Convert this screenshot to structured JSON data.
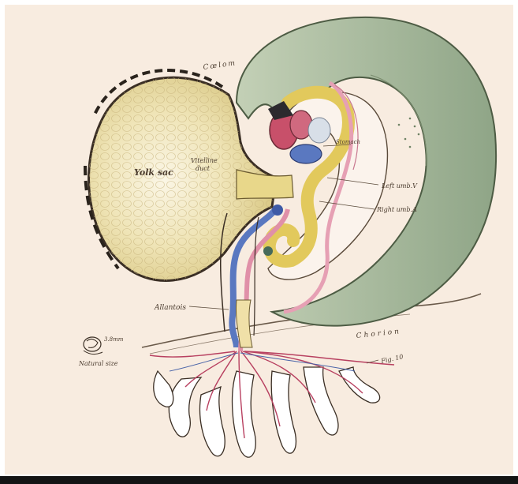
{
  "labels": {
    "coelom": "Cœlom",
    "yolk_sac": "Yolk sac",
    "vitelline_duct_1": "Vitelline",
    "vitelline_duct_2": "duct",
    "stomach": "Stomach",
    "left_umb": "Left umb.V",
    "right_umb": "Right umb.A",
    "allantois": "Allantois",
    "chorion": "Chorion",
    "size_mm": "3.8mm",
    "natural_size": "Natural size",
    "figure_ref": "Fig. 10"
  },
  "colors": {
    "background": "#f8ece0",
    "yolk_sac": "#e6d898",
    "embryo_green": "#a9bc9c",
    "heart_red": "#c8506a",
    "vein_blue": "#5a78c0",
    "artery_pink": "#e6a0b4",
    "outline": "#3a2e24"
  }
}
